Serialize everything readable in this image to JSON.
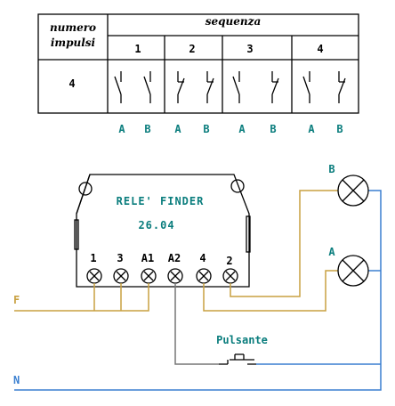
{
  "table": {
    "header_left_line1": "numero",
    "header_left_line2": "impulsi",
    "header_right": "sequenza",
    "columns": [
      "1",
      "2",
      "3",
      "4"
    ],
    "impulses_value": "4"
  },
  "contact_labels": [
    "A",
    "B",
    "A",
    "B",
    "A",
    "B",
    "A",
    "B"
  ],
  "relay": {
    "name": "RELE' FINDER",
    "model": "26.04",
    "terminals": [
      "1",
      "3",
      "A1",
      "A2",
      "4",
      "2"
    ]
  },
  "lamps": {
    "top_label": "B",
    "bottom_label": "A"
  },
  "line_labels": {
    "phase": "F",
    "neutral": "N"
  },
  "button_label": "Pulsante",
  "colors": {
    "phase_wire": "#c8a040",
    "neutral_wire": "#3a7fd0",
    "coil_wire": "#777777",
    "label_teal": "#0a7d7d"
  }
}
